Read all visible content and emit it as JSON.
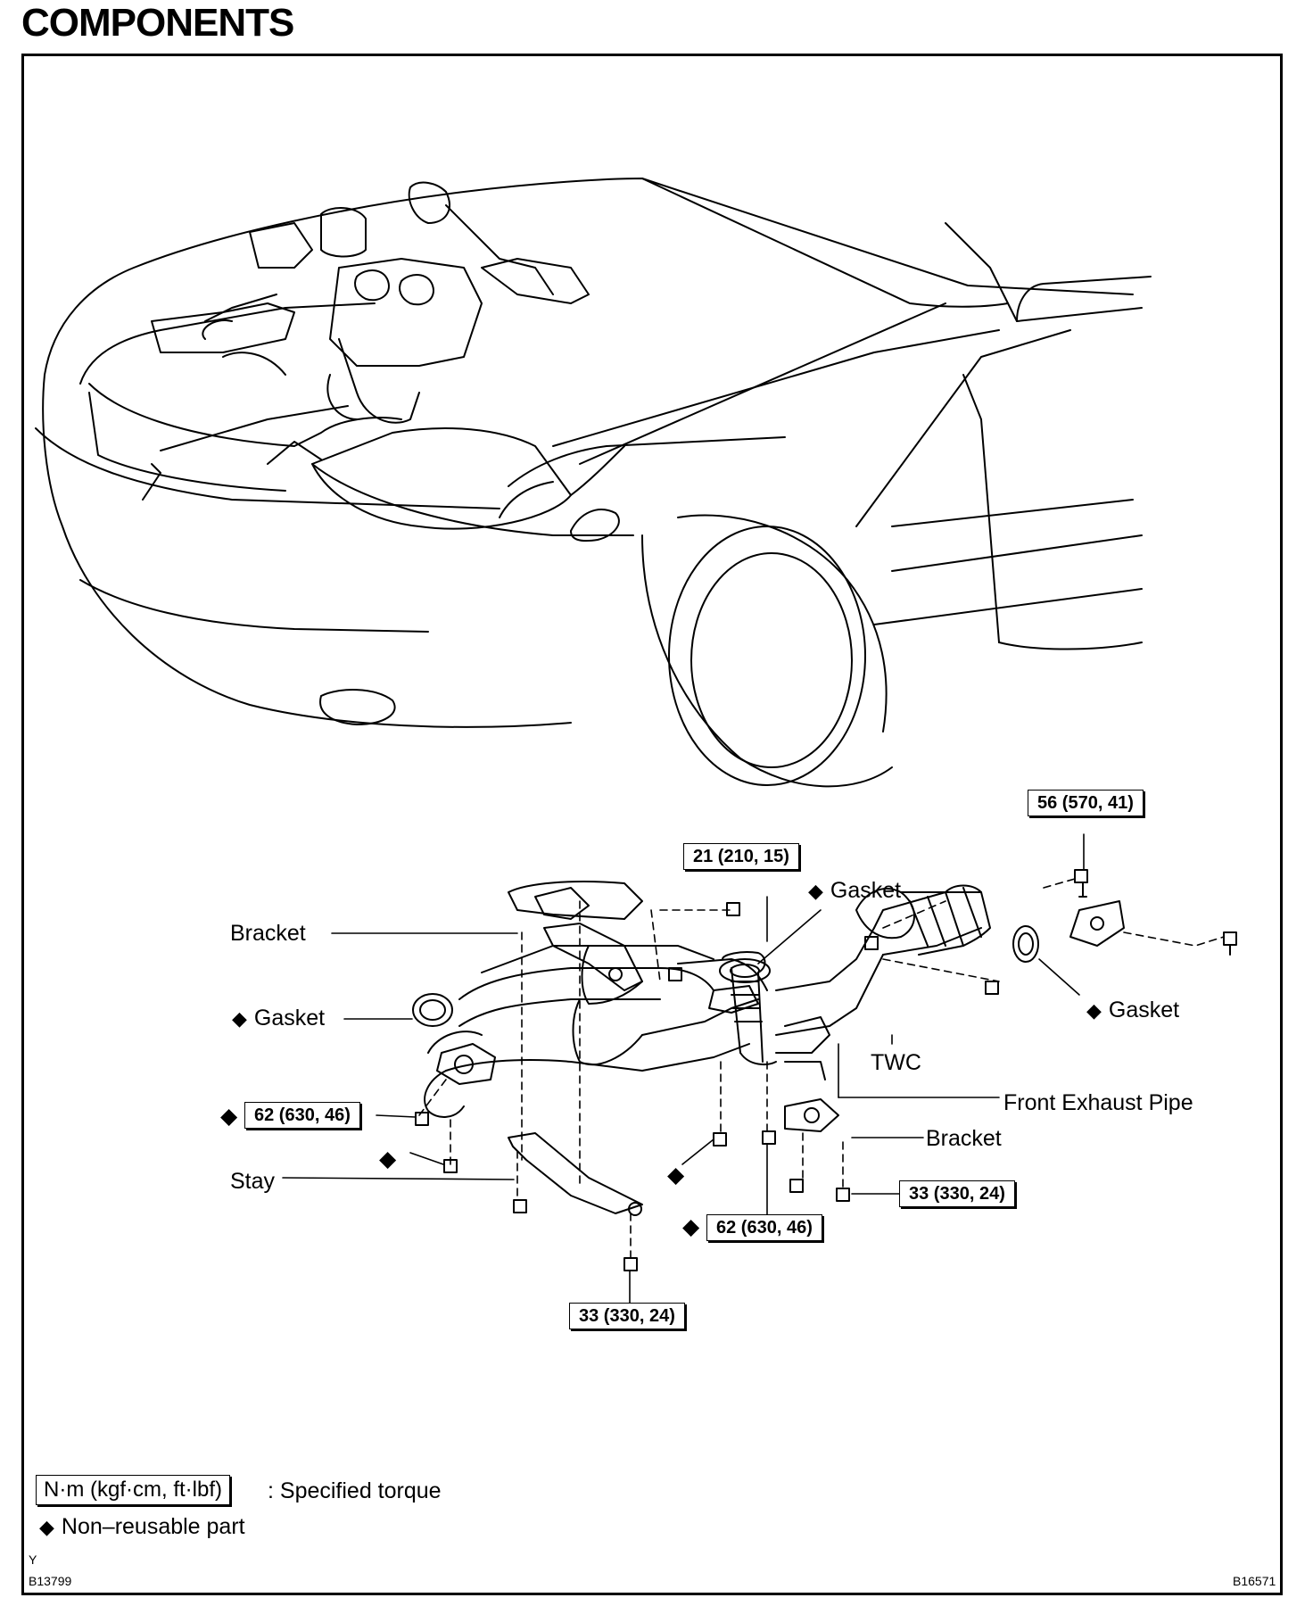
{
  "title": "COMPONENTS",
  "labels": {
    "bracket_top": "Bracket",
    "gasket_left": "Gasket",
    "gasket_center": "Gasket",
    "gasket_right": "Gasket",
    "stay": "Stay",
    "twc": "TWC",
    "front_exhaust_pipe": "Front Exhaust Pipe",
    "bracket_right": "Bracket"
  },
  "torques": {
    "t56": "56 (570, 41)",
    "t21": "21 (210, 15)",
    "t62_left": "62 (630, 46)",
    "t62_center": "62 (630, 46)",
    "t33_right": "33 (330, 24)",
    "t33_bottom": "33 (330, 24)"
  },
  "legend": {
    "torque_unit": "N·m (kgf·cm, ft·lbf)",
    "torque_desc": ": Specified torque",
    "nonreusable": "Non–reusable part",
    "diamond": "◆"
  },
  "codes": {
    "y": "Y",
    "left": "B13799",
    "right": "B16571"
  }
}
